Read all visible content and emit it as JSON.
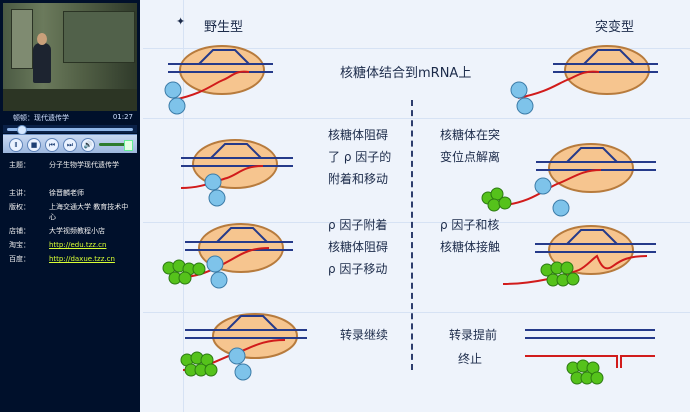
{
  "player": {
    "title": "顿顿：现代遗传学",
    "time": "01:27",
    "controls": {
      "pause": "Ⅱ",
      "stop": "■",
      "prev": "⏮",
      "next": "⏭",
      "volume": "volume-icon"
    },
    "info": [
      {
        "k": "主题：",
        "v": "分子生物学现代遗传学"
      },
      {
        "k": "主讲：",
        "v": "徐晋麟老师"
      },
      {
        "k": "版权：",
        "v": "上海交通大学 教育技术中心"
      },
      {
        "k": "店铺：",
        "v": "大学视频教程小店"
      },
      {
        "k": "淘宝：",
        "v": "http://edu.tzz.cn",
        "link": true
      },
      {
        "k": "百度：",
        "v": "http://daxue.tzz.cn",
        "link": true
      }
    ]
  },
  "slide": {
    "labels": {
      "wild": "野生型",
      "mutant": "突变型",
      "t1": "核糖体结合到mRNA上",
      "t2_left_1": "核糖体阻碍",
      "t2_left_2": "了 ρ 因子的",
      "t2_left_3": "附着和移动",
      "t2_right_1": "核糖体在突",
      "t2_right_2": "变位点解离",
      "t3_left_1": "ρ 因子附着",
      "t3_left_2": "核糖体阻碍",
      "t3_left_3": "ρ 因子移动",
      "t3_right_1": "ρ 因子和核",
      "t3_right_2": "核糖体接触",
      "t4_left": "转录继续",
      "t4_right_1": "转录提前",
      "t4_right_2": "终止"
    },
    "colors": {
      "ribosome": "#f6c58f",
      "ribosome_blue": "#7ec3ea",
      "rna": "#d11b1b",
      "dna": "#253a8a",
      "rho_green": "#55c21b"
    }
  }
}
